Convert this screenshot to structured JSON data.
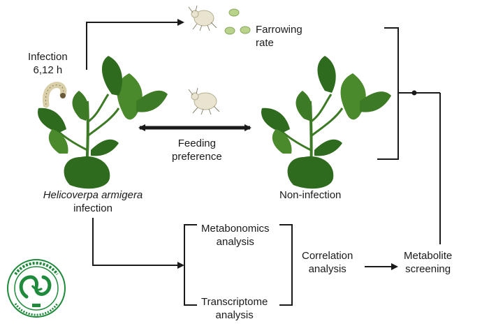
{
  "labels": {
    "infection_line1": "Infection",
    "infection_line2": "6,12 h",
    "farrowing_line1": "Farrowing",
    "farrowing_line2": "rate",
    "feeding_line1": "Feeding",
    "feeding_line2": "preference",
    "helicoverpa_italic": "Helicoverpa armigera",
    "helicoverpa_line2": "infection",
    "non_infection": "Non-infection",
    "metabonomics_line1": "Metabonomics",
    "metabonomics_line2": "analysis",
    "transcriptome_line1": "Transcriptome",
    "transcriptome_line2": "analysis",
    "correlation_line1": "Correlation",
    "correlation_line2": "analysis",
    "metabolite_line1": "Metabolite",
    "metabolite_line2": "screening"
  },
  "colors": {
    "leaf_dark": "#2f6b1e",
    "leaf_mid": "#4a8a2c",
    "stem": "#3d7a25",
    "line": "#1a1a1a",
    "aphid": "#e8e4cf",
    "egg": "#b9d48a",
    "logo_green": "#1f8a3b"
  },
  "icons": [
    "cotton-plant-infected-icon",
    "cotton-plant-healthy-icon",
    "aphid-icon",
    "caterpillar-icon",
    "aphid-eggs-icon",
    "institute-logo-icon"
  ]
}
